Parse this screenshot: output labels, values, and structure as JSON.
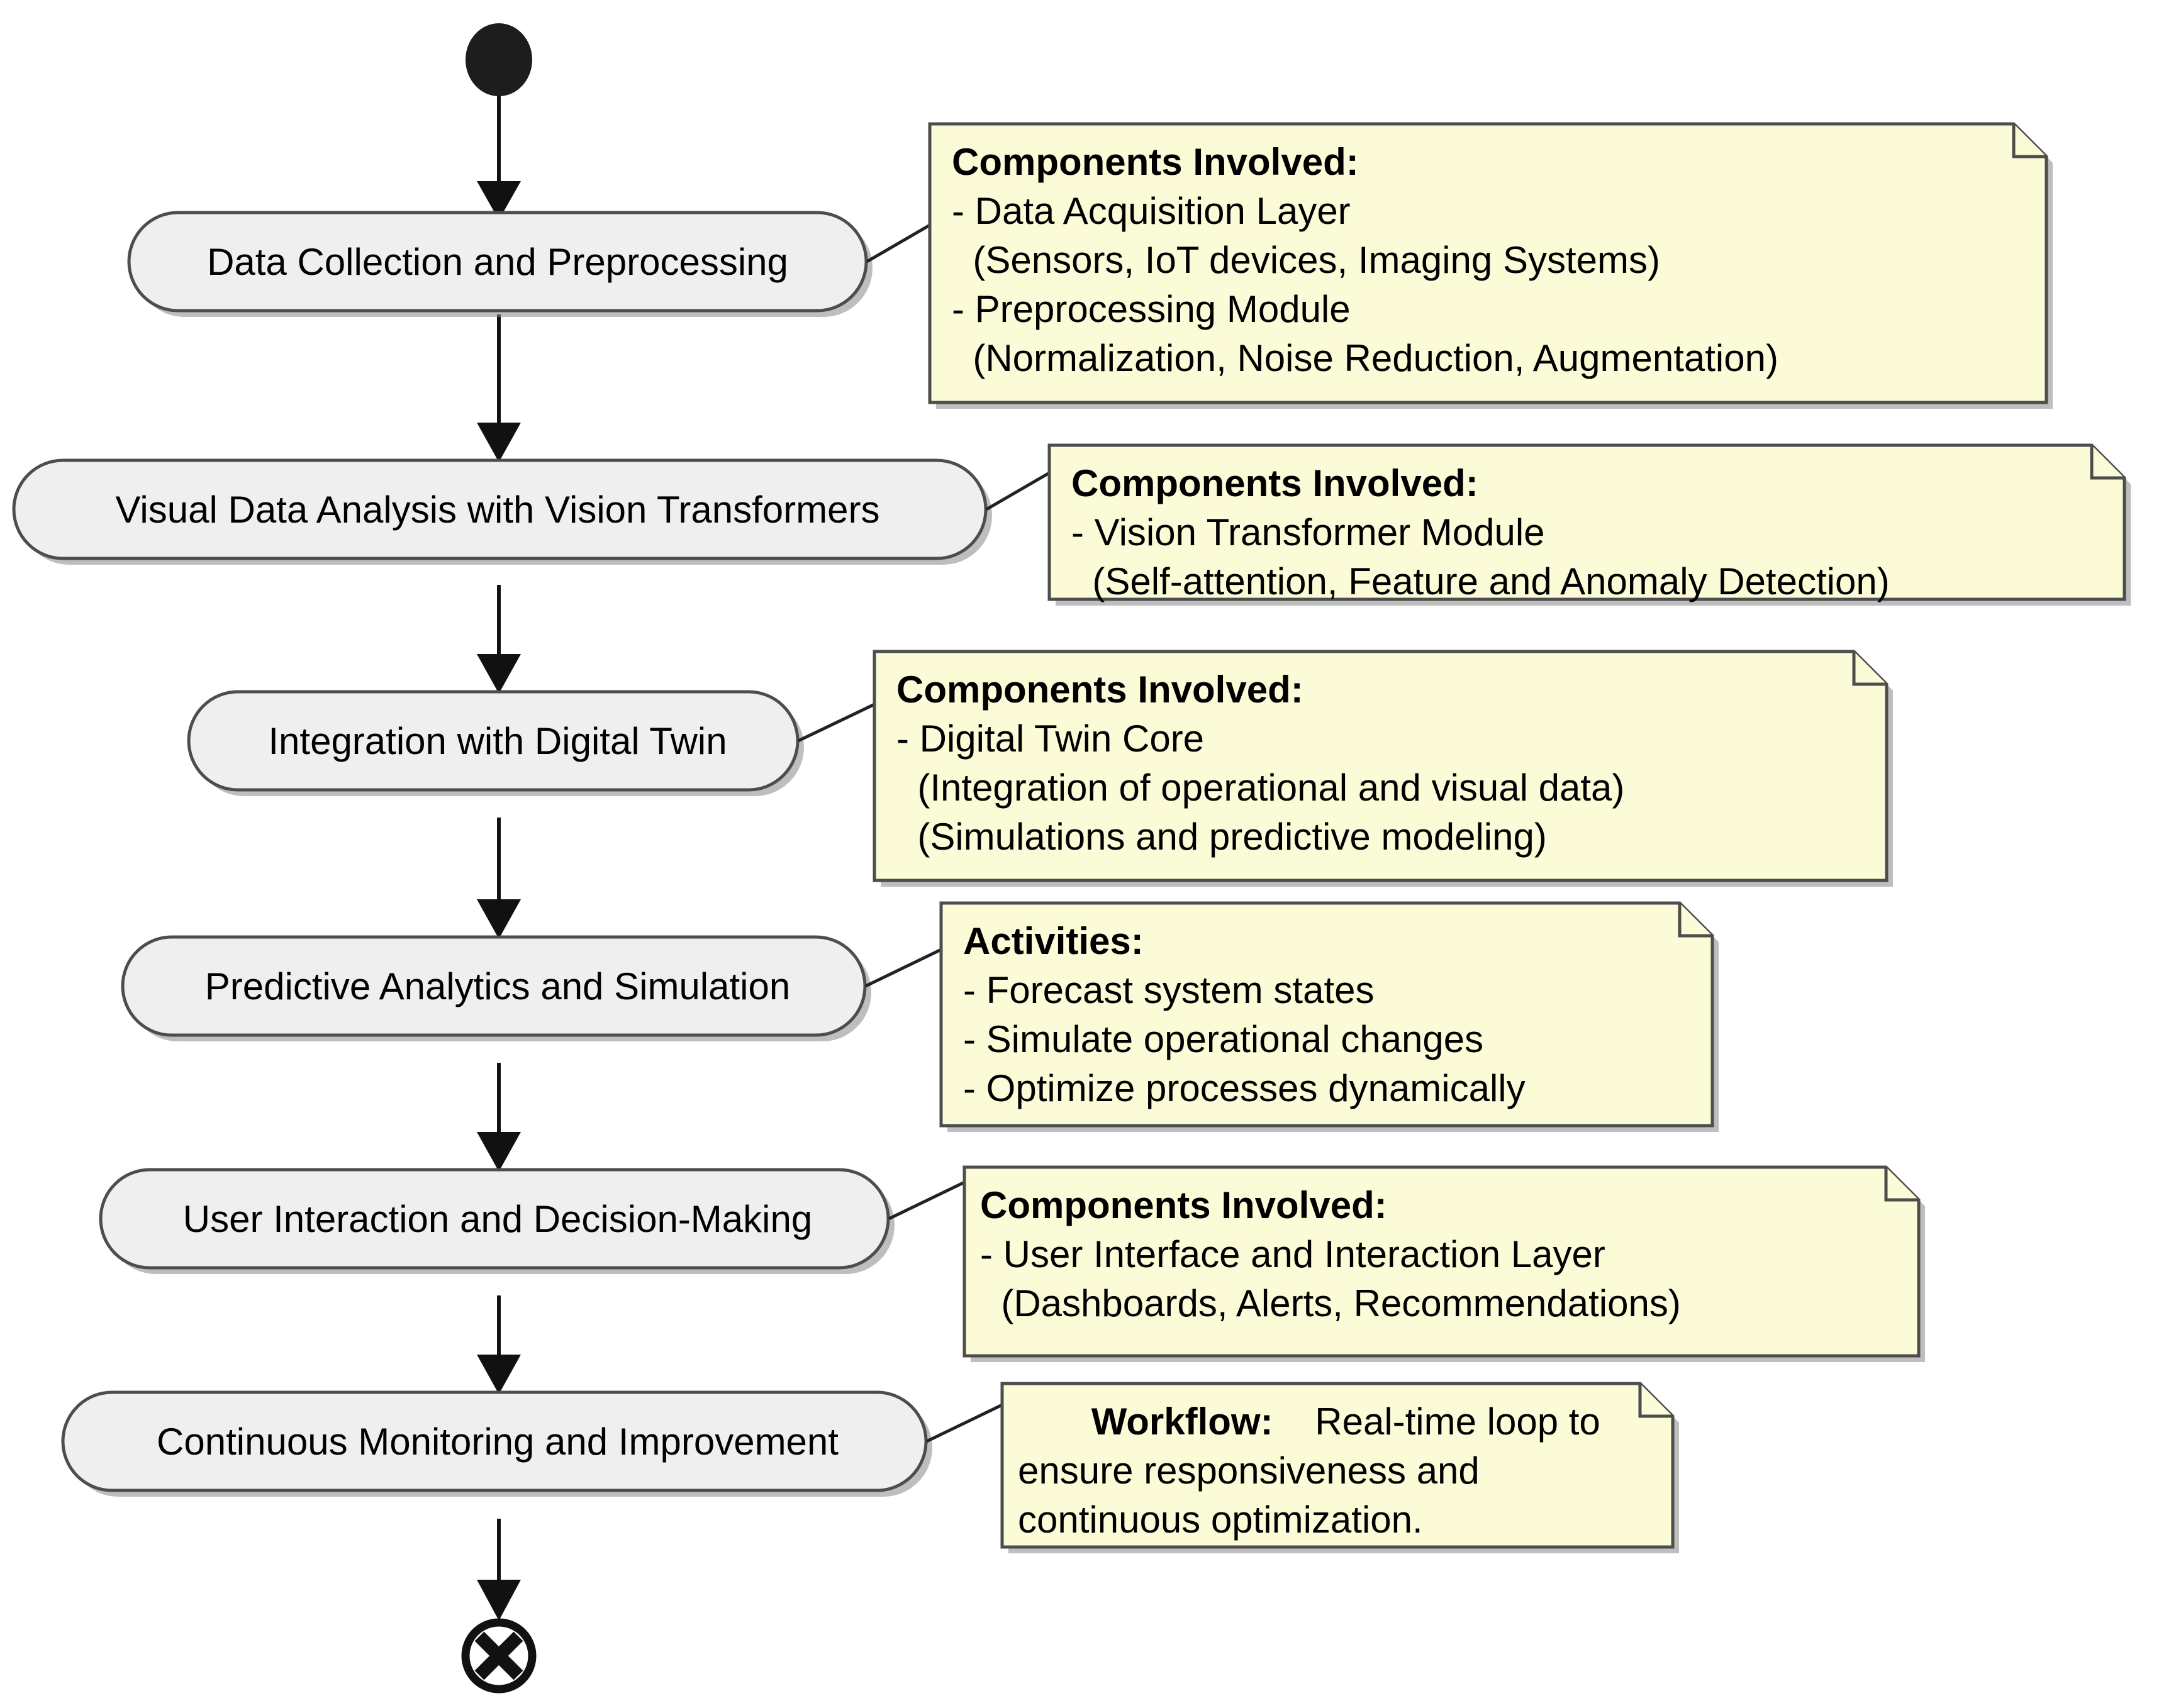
{
  "diagram": {
    "title": "Vision Transformer Digital Twin Workflow",
    "type": "uml-activity-diagram",
    "colors": {
      "activity_fill": "#efefef",
      "activity_border": "#4d4d4d",
      "note_fill": "#fbfbd8",
      "note_border": "#4d4d4d",
      "flow_line": "#111111",
      "start_node": "#1d1d1d",
      "background": "#ffffff"
    },
    "start_node": {
      "name": "initial-node"
    },
    "end_node": {
      "name": "flow-final-node",
      "glyph": "circled-x"
    },
    "activities": [
      {
        "id": "a1",
        "label": "Data Collection and Preprocessing"
      },
      {
        "id": "a2",
        "label": "Visual Data Analysis with Vision Transformers"
      },
      {
        "id": "a3",
        "label": "Integration with Digital Twin"
      },
      {
        "id": "a4",
        "label": "Predictive Analytics and Simulation"
      },
      {
        "id": "a5",
        "label": "User Interaction and Decision-Making"
      },
      {
        "id": "a6",
        "label": "Continuous Monitoring and Improvement"
      }
    ],
    "notes": [
      {
        "id": "n1",
        "attached_to": "a1",
        "heading": "Components Involved:",
        "lines": [
          "- Data Acquisition Layer",
          "  (Sensors, IoT devices, Imaging Systems)",
          "- Preprocessing Module",
          "  (Normalization, Noise Reduction, Augmentation)"
        ]
      },
      {
        "id": "n2",
        "attached_to": "a2",
        "heading": "Components Involved:",
        "lines": [
          "- Vision Transformer Module",
          "  (Self-attention, Feature and Anomaly Detection)"
        ]
      },
      {
        "id": "n3",
        "attached_to": "a3",
        "heading": "Components Involved:",
        "lines": [
          "- Digital Twin Core",
          "  (Integration of operational and visual data)",
          "  (Simulations and predictive modeling)"
        ]
      },
      {
        "id": "n4",
        "attached_to": "a4",
        "heading": "Activities:",
        "lines": [
          "- Forecast system states",
          "- Simulate operational changes",
          "- Optimize processes dynamically"
        ]
      },
      {
        "id": "n5",
        "attached_to": "a5",
        "heading": "Components Involved:",
        "lines": [
          "- User Interface and Interaction Layer",
          "  (Dashboards, Alerts, Recommendations)"
        ]
      },
      {
        "id": "n6",
        "attached_to": "a6",
        "heading": "Workflow:",
        "lines": [
          "    Real-time loop to",
          "ensure responsiveness and",
          "continuous optimization."
        ],
        "heading_inline": true
      }
    ],
    "flows": [
      {
        "from": "initial-node",
        "to": "a1"
      },
      {
        "from": "a1",
        "to": "a2"
      },
      {
        "from": "a2",
        "to": "a3"
      },
      {
        "from": "a3",
        "to": "a4"
      },
      {
        "from": "a4",
        "to": "a5"
      },
      {
        "from": "a5",
        "to": "a6"
      },
      {
        "from": "a6",
        "to": "flow-final-node"
      }
    ]
  }
}
